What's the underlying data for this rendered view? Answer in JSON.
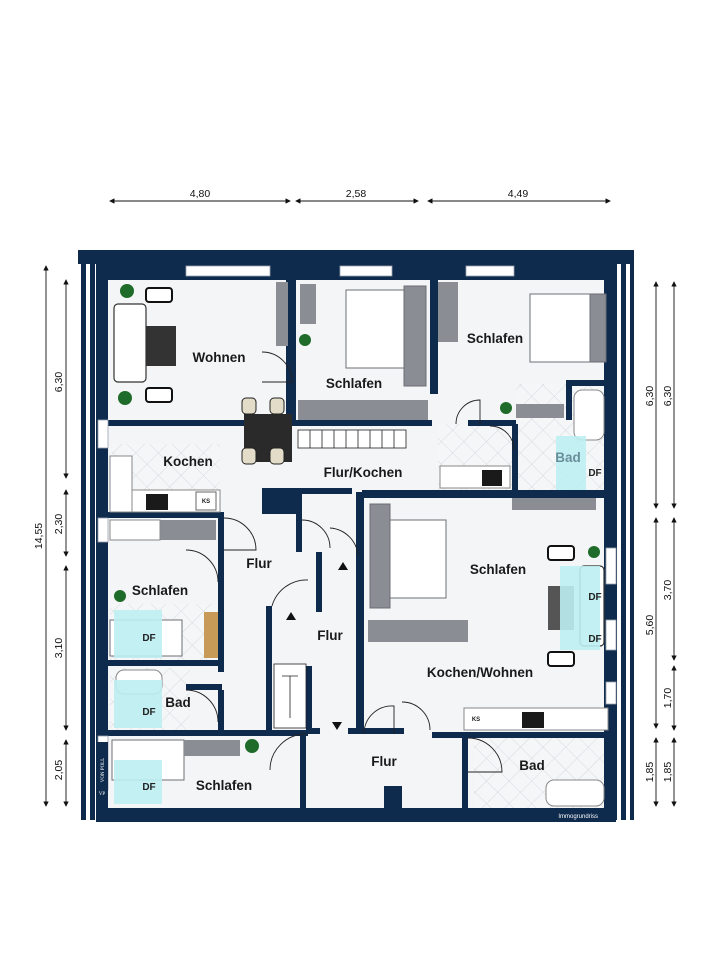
{
  "rooms": {
    "wohnen": "Wohnen",
    "kochen": "Kochen",
    "schlafen_top_middle": "Schlafen",
    "schlafen_top_right": "Schlafen",
    "bad_top_right": "Bad",
    "flur_kochen": "Flur/Kochen",
    "flur_left": "Flur",
    "flur_center": "Flur",
    "flur_bottom": "Flur",
    "schlafen_mid_left": "Schlafen",
    "bad_left": "Bad",
    "schlafen_bottom_left": "Schlafen",
    "schlafen_mid_right": "Schlafen",
    "kochen_wohnen": "Kochen/Wohnen",
    "bad_bottom_right": "Bad"
  },
  "dimensions": {
    "top": [
      "4,80",
      "2,58",
      "4,49"
    ],
    "left_total": "14,55",
    "left": [
      "6,30",
      "2,30",
      "3,10",
      "2,05"
    ],
    "right_outer": [
      "6,30",
      "3,70",
      "1,70",
      "1,85"
    ],
    "right_inner": [
      "6,30",
      "5,60",
      "1,85"
    ]
  },
  "labels": {
    "df": "DF",
    "ks": "KS"
  },
  "credit": "Immogrundriss",
  "logo": {
    "mark": "VP",
    "name": "VON POLL"
  },
  "colors": {
    "wall": "#0e2a4d",
    "floor": "#f4f5f7",
    "skylight": "#bdeff2",
    "plant": "#1f6b2a"
  }
}
